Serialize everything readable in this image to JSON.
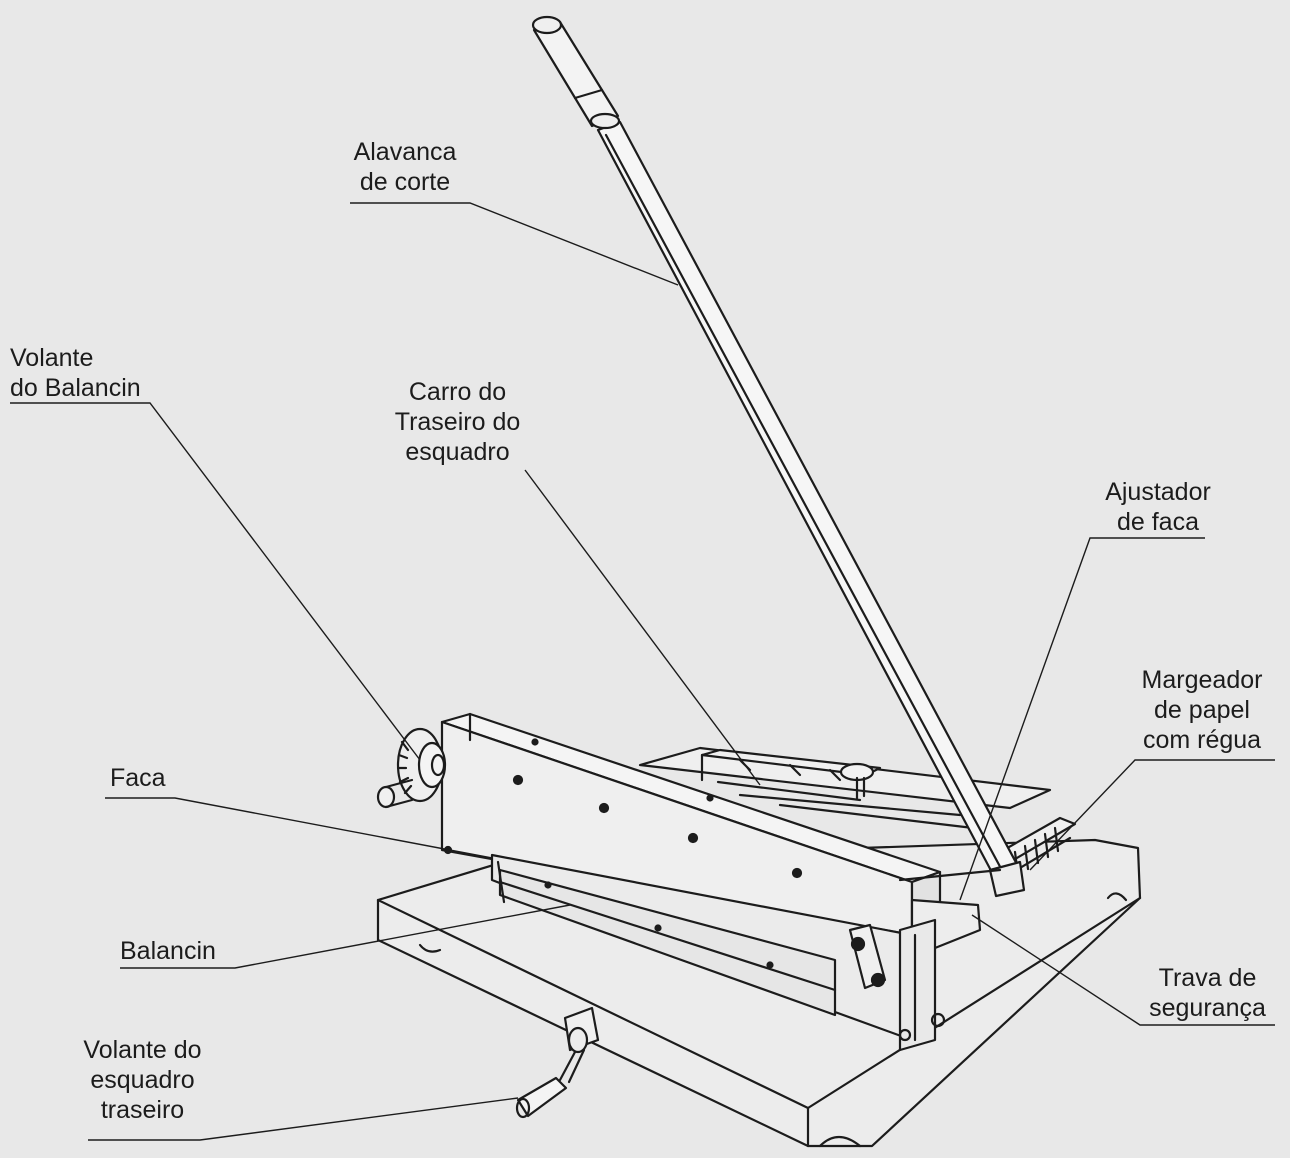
{
  "labels": {
    "alavanca": [
      "Alavanca",
      "de corte"
    ],
    "volante_balancin": [
      "Volante",
      "do Balancin"
    ],
    "carro": [
      "Carro do",
      "Traseiro do",
      "esquadro"
    ],
    "ajustador": [
      "Ajustador",
      "de faca"
    ],
    "margeador": [
      "Margeador",
      "de papel",
      "com régua"
    ],
    "faca": [
      "Faca"
    ],
    "balancin": [
      "Balancin"
    ],
    "trava": [
      "Trava de",
      "segurança"
    ],
    "volante_esquadro": [
      "Volante do",
      "esquadro",
      "traseiro"
    ]
  },
  "colors": {
    "background": "#e8e8e8",
    "ink": "#1c1c1c"
  }
}
